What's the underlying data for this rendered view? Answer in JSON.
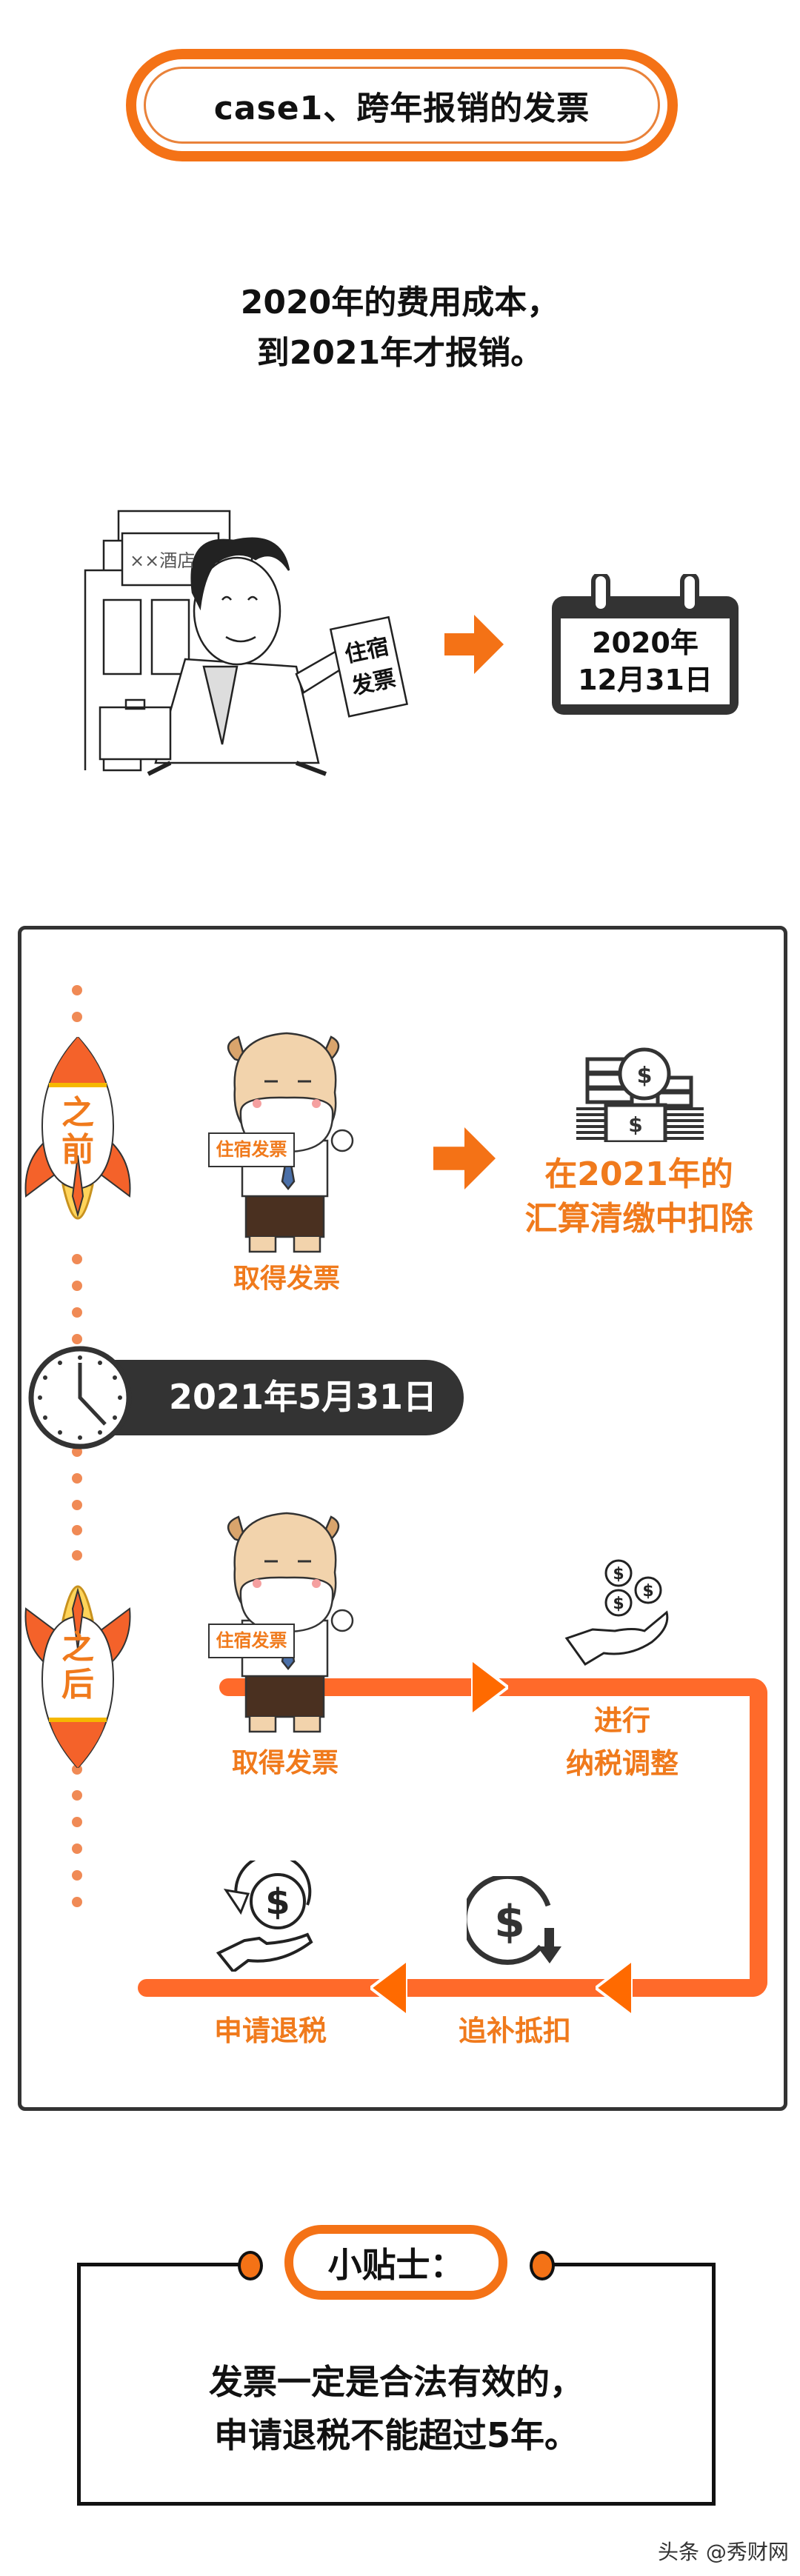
{
  "title": "case1、跨年报销的发票",
  "intro": [
    "2020年的费用成本，",
    "到2021年才报销。"
  ],
  "scene1": {
    "hotel_sign": "××酒店",
    "invoice_label": [
      "住宿",
      "发票"
    ],
    "calendar": [
      "2020年",
      "12月31日"
    ]
  },
  "before": {
    "rocket_label": [
      "之",
      "前"
    ],
    "cow_sign": "住宿发票",
    "caption": "取得发票",
    "result": [
      "在2021年的",
      "汇算清缴中扣除"
    ]
  },
  "deadline": "2021年5月31日",
  "after": {
    "rocket_label": [
      "之",
      "后"
    ],
    "cow_sign": "住宿发票",
    "caption": "取得发票",
    "step_adjust": [
      "进行",
      "纳税调整"
    ],
    "step_offset": "追补抵扣",
    "step_refund": "申请退税"
  },
  "tips": {
    "title": "小贴士：",
    "lines": [
      "发票一定是合法有效的，",
      "申请退税不能超过5年。"
    ]
  },
  "watermark": "头条 @秀财网",
  "colors": {
    "accent": "#F47216",
    "flow_line": "#FF6A2A",
    "caption_text": "#F07A1C",
    "dark": "#333333"
  }
}
